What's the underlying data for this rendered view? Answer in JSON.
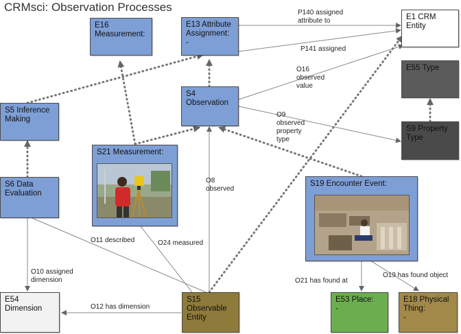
{
  "title": "CRMsci: Observation Processes",
  "nodes": {
    "e16": "E16\nMeasurement:",
    "e13": "E13 Attribute\nAssignment:\n-",
    "e1": "E1 CRM\nEntity",
    "e55": "E55 Type",
    "s5": "S5 Inference\nMaking",
    "s4": "S4\nObservation",
    "s9": "S9 Property\nType",
    "s21": "S21 Measurement:",
    "s6": "S6 Data\nEvaluation",
    "s19": "S19 Encounter Event:",
    "e54": "E54\nDimension",
    "s15": "S15\nObservable\nEntity",
    "e53": "E53 Place:\n-",
    "e18": "E18 Physical\nThing:\n-"
  },
  "edges": {
    "p140": "P140 assigned\nattribute to",
    "p141": "P141 assigned",
    "o16": "O16\nobserved\nvalue",
    "o9": "O9\nobserved\nproperty\ntype",
    "o8": "O8\nobserved",
    "o11": "O11 described",
    "o24": "O24 measured",
    "o10": "O10 assigned\ndimension",
    "o12": "O12 has dimension",
    "o21": "O21 has found at",
    "o19": "O19 has found object"
  },
  "colors": {
    "blue_node": "#7e9fd6",
    "olive_node": "#8e7a3a",
    "green_node": "#6bae4f",
    "dark_node": "#5b5b5b"
  }
}
